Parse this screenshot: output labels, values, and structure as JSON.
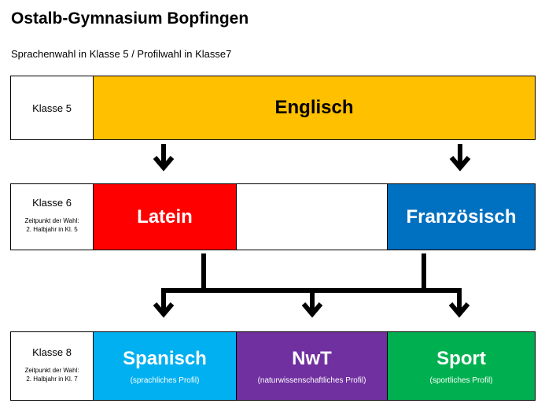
{
  "title": "Ostalb-Gymnasium Bopfingen",
  "subtitle": "Sprachenwahl  in Klasse 5 / Profilwahl  in Klasse7",
  "rows": [
    {
      "label": "Klasse 5",
      "cells": [
        {
          "name": "Englisch",
          "color": "#FFC000"
        }
      ]
    },
    {
      "label": "Klasse 6",
      "note_line1": "Zeitpunkt der Wahl:",
      "note_line2": "2. Halbjahr  in Kl. 5",
      "cells": [
        {
          "name": "Latein",
          "color": "#FF0000"
        },
        {
          "name": "",
          "color": "#FFFFFF"
        },
        {
          "name": "Französisch",
          "color": "#0070C0"
        }
      ]
    },
    {
      "label": "Klasse 8",
      "note_line1": "Zeitpunkt der Wahl:",
      "note_line2": "2. Halbjahr  in Kl. 7",
      "cells": [
        {
          "name": "Spanisch",
          "sub": "(sprachliches Profil)",
          "color": "#00B0F0"
        },
        {
          "name": "NwT",
          "sub": "(naturwissenschaftliches Profil)",
          "color": "#7030A0"
        },
        {
          "name": "Sport",
          "sub": "(sportliches Profil)",
          "color": "#00B050"
        }
      ]
    }
  ],
  "arrow_color": "#000000"
}
